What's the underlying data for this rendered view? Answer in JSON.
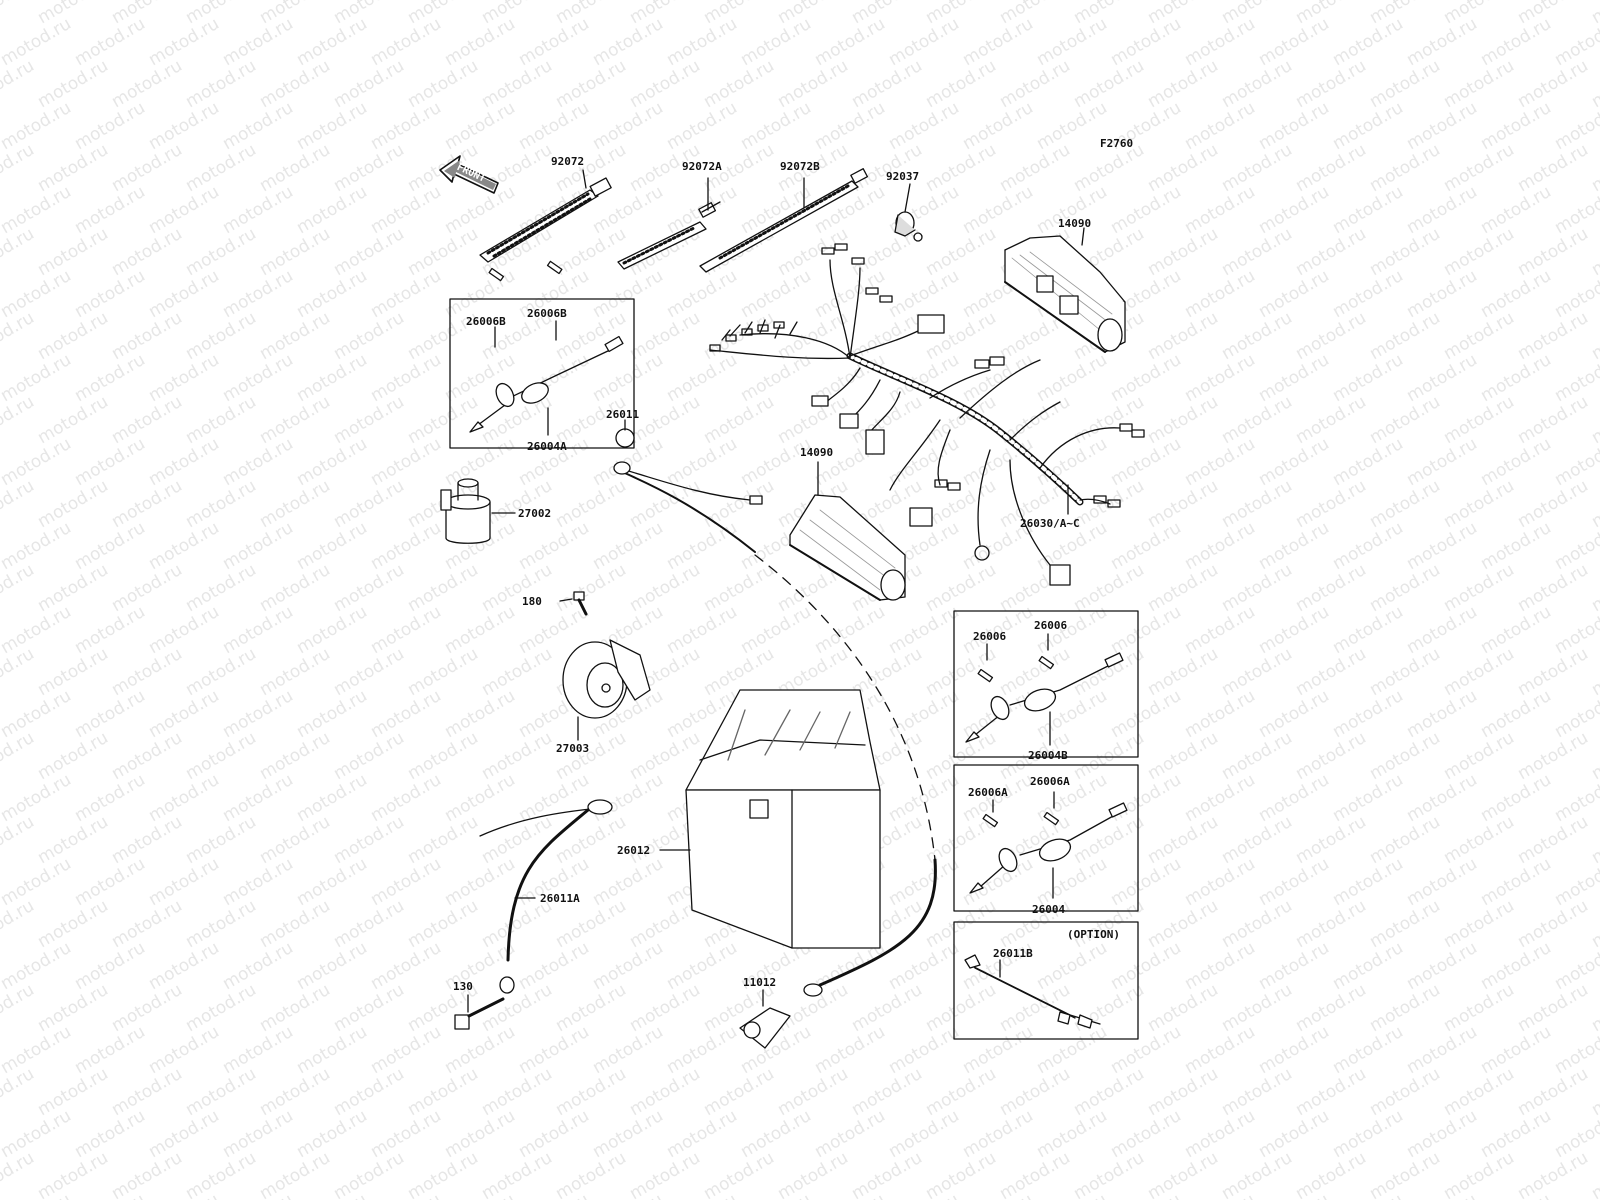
{
  "figure_code": "F2760",
  "front_label": "FRONT",
  "watermark": "motod.ru",
  "option_label": "(OPTION)",
  "parts": {
    "p92072": "92072",
    "p92072A": "92072A",
    "p92072B": "92072B",
    "p92037": "92037",
    "p14090_top": "14090",
    "p14090_bottom": "14090",
    "p26006B_left": "26006B",
    "p26006B_right": "26006B",
    "p26004A": "26004A",
    "p26011": "26011",
    "p27002": "27002",
    "p180": "180",
    "p27003": "27003",
    "p26030": "26030/A~C",
    "p26006_left": "26006",
    "p26006_right": "26006",
    "p26004B": "26004B",
    "p26006A_left": "26006A",
    "p26006A_right": "26006A",
    "p26004": "26004",
    "p26011B": "26011B",
    "p26012": "26012",
    "p26011A": "26011A",
    "p130": "130",
    "p11012": "11012"
  }
}
